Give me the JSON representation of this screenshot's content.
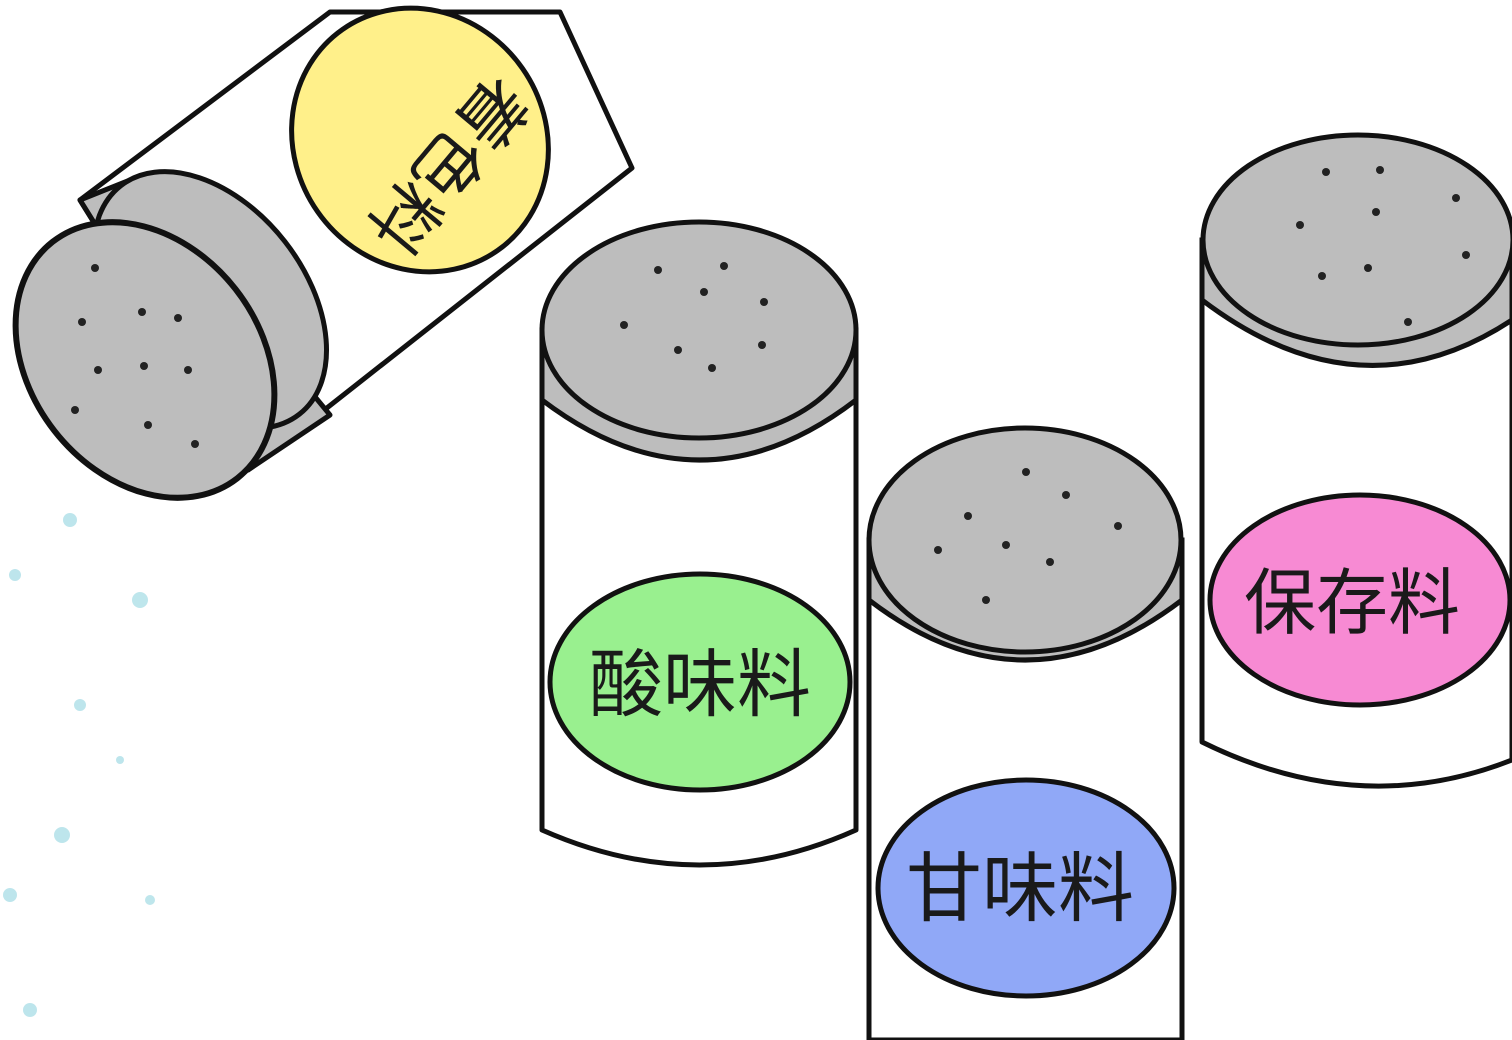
{
  "shakers": [
    {
      "id": "coloring",
      "label": "着色料",
      "label_color": "#fff08a",
      "orientation": "tilted"
    },
    {
      "id": "acidulant",
      "label": "酸味料",
      "label_color": "#99f08f",
      "orientation": "upright"
    },
    {
      "id": "sweetener",
      "label": "甘味料",
      "label_color": "#90a8f7",
      "orientation": "upright"
    },
    {
      "id": "preservative",
      "label": "保存料",
      "label_color": "#f78ad3",
      "orientation": "upright"
    }
  ],
  "colors": {
    "cap": "#bdbdbd",
    "outline": "#111111",
    "jar": "#ffffff",
    "powder": "#a8dde6"
  },
  "icons": {
    "shaker": "salt-shaker-icon",
    "powder": "sprinkled-powder"
  }
}
